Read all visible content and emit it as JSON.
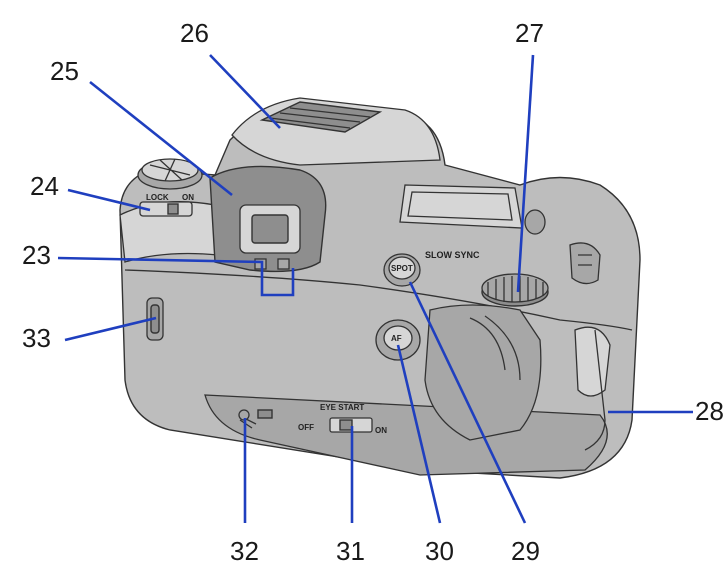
{
  "callouts": {
    "c23": "23",
    "c24": "24",
    "c25": "25",
    "c26": "26",
    "c27": "27",
    "c28": "28",
    "c29": "29",
    "c30": "30",
    "c31": "31",
    "c32": "32",
    "c33": "33"
  },
  "camera_labels": {
    "lock": "LOCK",
    "on": "ON",
    "spot": "SPOT",
    "slow_sync": "SLOW SYNC",
    "af": "AF",
    "eye_start": "EYE START",
    "off": "OFF",
    "on_switch": "ON"
  },
  "colors": {
    "leader_lines": "#1f3fbf",
    "camera_body": "#bdbdbd"
  }
}
